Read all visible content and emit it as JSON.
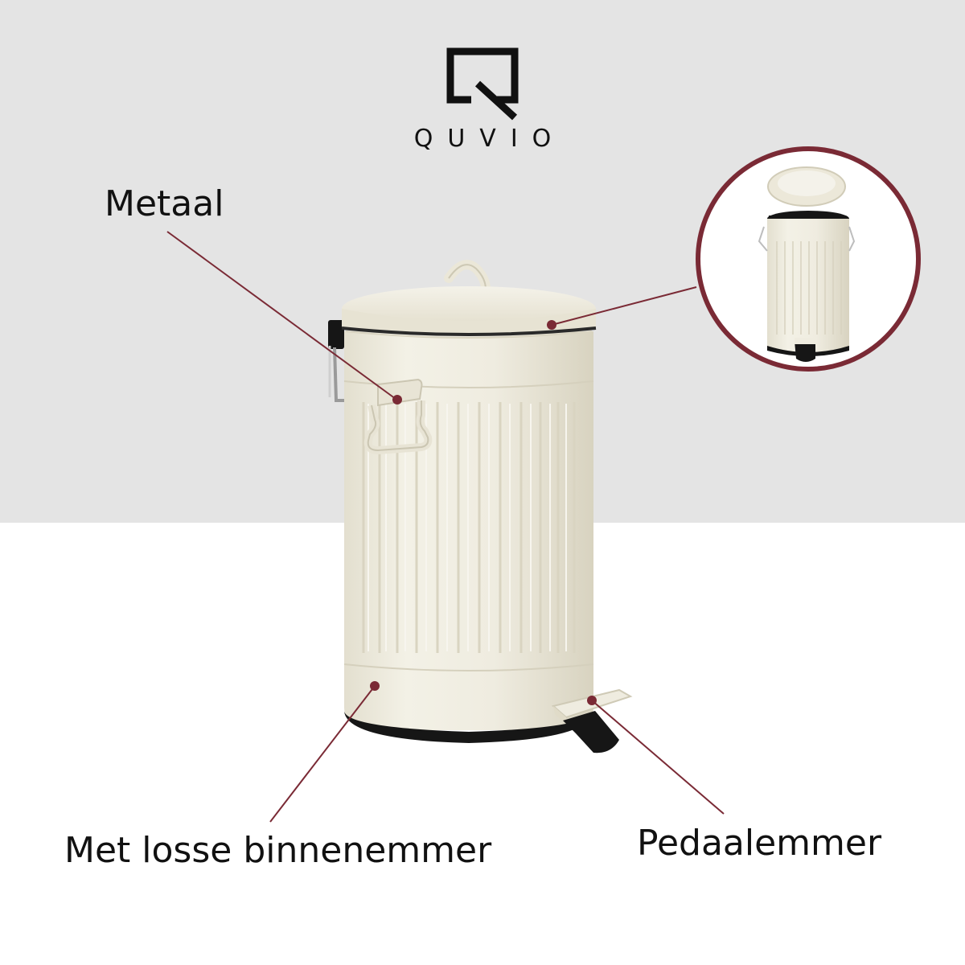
{
  "brand": {
    "name": "QUVIO",
    "logo_icon": "q-logo-icon"
  },
  "labels": {
    "material": "Metaal",
    "inner_bucket": "Met losse binnenemmer",
    "pedal_bin": "Pedaalemmer"
  },
  "colors": {
    "background_top": "#e4e4e4",
    "background_bottom": "#ffffff",
    "accent_lines": "#7a2a35",
    "bin_body": "#efece0",
    "bin_shadow": "#d9d4c2",
    "base_black": "#161616"
  },
  "product": {
    "type": "pedal-bin",
    "inset_view": "bin-open-lid"
  }
}
